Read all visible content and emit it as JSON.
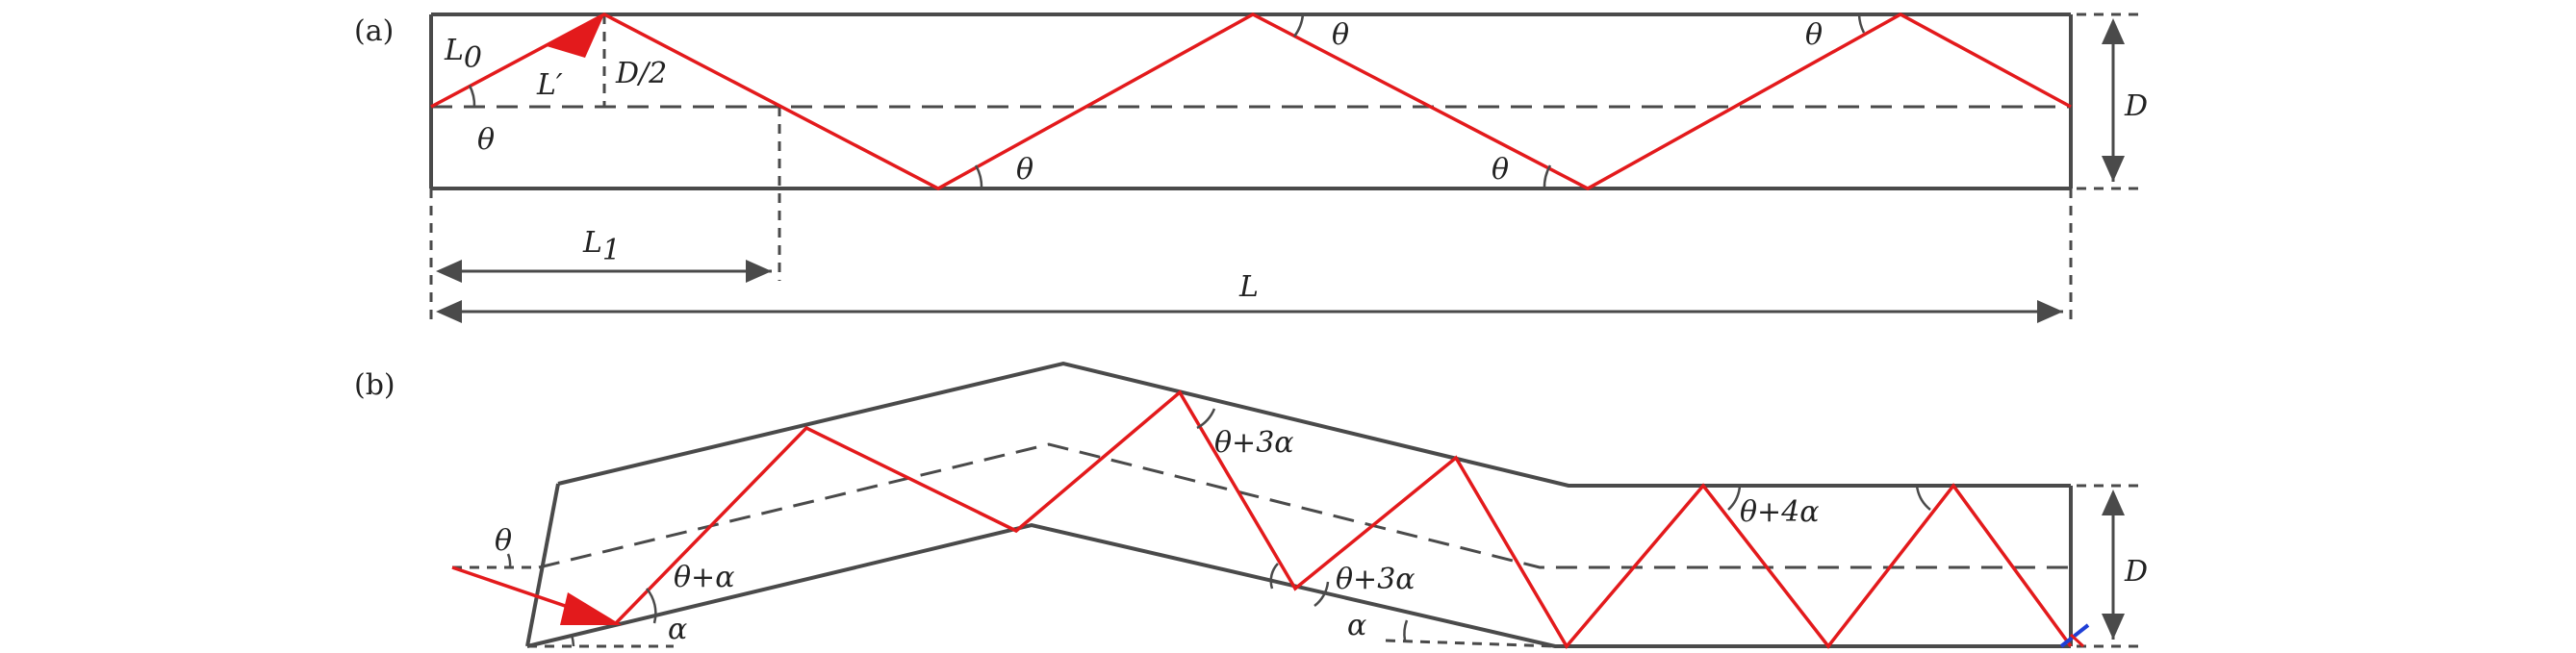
{
  "panels": {
    "a": {
      "label": "(a)",
      "L0": "L",
      "L0_sub": "0",
      "Lprime": "L′",
      "Dhalf": "D/2",
      "theta": "θ",
      "L1": "L",
      "L1_sub": "1",
      "L": "L",
      "D": "D"
    },
    "b": {
      "label": "(b)",
      "theta": "θ",
      "theta_alpha": "θ+α",
      "theta_3alpha_top": "θ+3α",
      "theta_3alpha_bottom": "θ+3α",
      "theta_4alpha": "θ+4α",
      "alpha": "α",
      "D": "D"
    }
  },
  "colors": {
    "ray": "#e31a1c",
    "wall": "#4a4a4a",
    "end_mark": "#1f3fd6"
  }
}
